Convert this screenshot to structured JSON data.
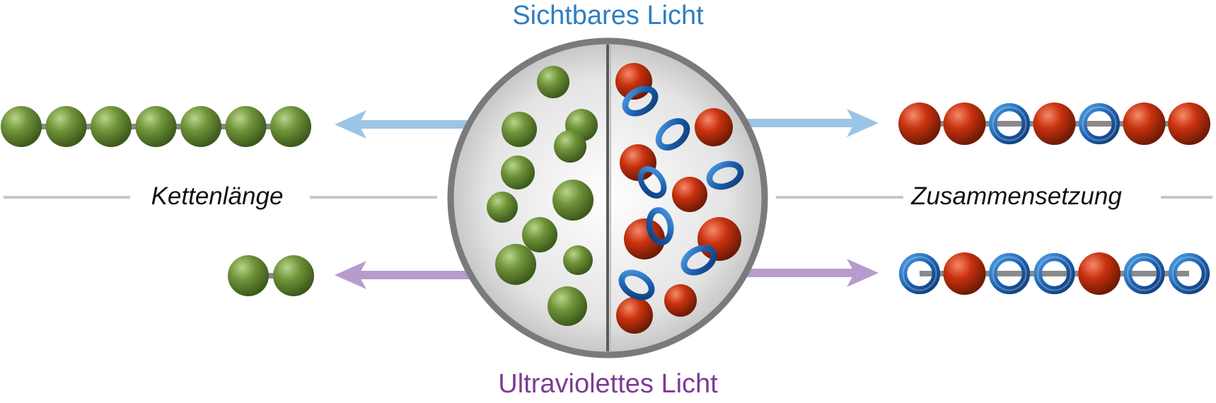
{
  "labels": {
    "top": "Sichtbares Licht",
    "bottom": "Ultraviolettes Licht",
    "left": "Kettenlänge",
    "right": "Zusammensetzung"
  },
  "colors": {
    "visible_light": "#2f7ec1",
    "visible_arrow": "#9cc4e4",
    "uv_light": "#7d3b93",
    "uv_arrow": "#b79bcd",
    "green_bead": "#6e9238",
    "red_bead": "#c0300e",
    "blue_ring": "#1f63ad",
    "divider_line": "#c8c8c8"
  },
  "chains": {
    "left_top": [
      "green",
      "green",
      "green",
      "green",
      "green",
      "green",
      "green"
    ],
    "left_bottom": [
      "green",
      "green"
    ],
    "right_top": [
      "red",
      "red",
      "ring",
      "red",
      "ring",
      "red",
      "red"
    ],
    "right_bottom": [
      "ring",
      "red",
      "ring",
      "ring",
      "red",
      "ring",
      "ring"
    ]
  },
  "icons": {
    "particle": "divided-sphere-icon",
    "arrow": "arrow-icon"
  }
}
